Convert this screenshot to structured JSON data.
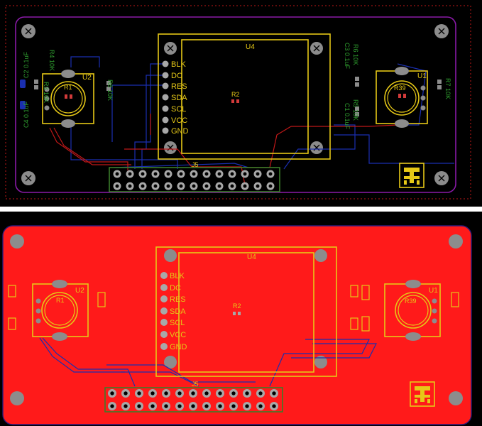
{
  "top_view": {
    "u4_label": "U4",
    "u4_pins": [
      "BLK",
      "DC",
      "RES",
      "SDA",
      "SCL",
      "VCC",
      "GND"
    ],
    "u1_label": "U1",
    "u2_label": "U2",
    "r1_label": "R1",
    "r39_label": "R39",
    "r2_label": "R2",
    "header_label": "J5",
    "left_caps": [
      "C2 0.1uF",
      "C4 0.1uF"
    ],
    "left_res": [
      "R4 10K",
      "R3 10K",
      "R8 10K"
    ],
    "right_caps": [
      "C3 0.1uF",
      "C1 0.1uF"
    ],
    "right_res": [
      "R6 10K",
      "R5 10K",
      "R7 10K"
    ]
  },
  "bottom_view": {
    "u4_label": "U4",
    "u4_pins": [
      "BLK",
      "DC",
      "RES",
      "SDA",
      "SCL",
      "VCC",
      "GND"
    ],
    "u1_label": "U1",
    "u2_label": "U2",
    "r1_label": "R1",
    "r39_label": "R39",
    "r2_label": "R2",
    "header_label": "J5"
  },
  "colors": {
    "board_dark": "#000000",
    "board_red": "#ff1a1a",
    "silkscreen": "#e6c817",
    "outline": "#8a1aa8",
    "trace_red": "#c01818",
    "trace_blue": "#1a2fb0",
    "pad_grey": "#a8a8a8",
    "copper_pad": "#d23a3a",
    "header_green": "#3b7d2a"
  }
}
